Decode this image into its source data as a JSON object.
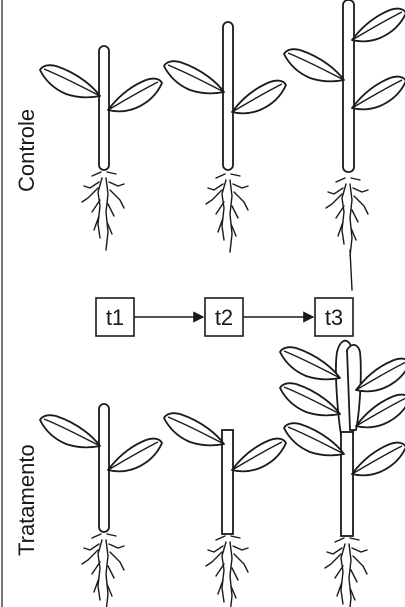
{
  "rows": {
    "top_label": "Controle",
    "bottom_label": "Tratamento"
  },
  "timeline": [
    "t1",
    "t2",
    "t3"
  ],
  "colors": {
    "ink": "#1a1a1a",
    "background": "#ffffff"
  }
}
